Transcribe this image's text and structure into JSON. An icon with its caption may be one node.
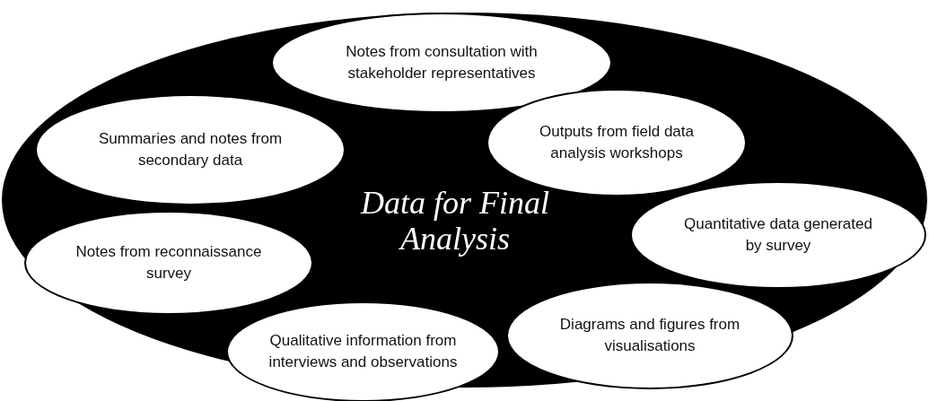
{
  "diagram": {
    "nodes": [
      {
        "text": [
          "Data for Final Analysis"
        ]
      },
      {
        "text": [
          "Notes from consultation with stakeholder representatives"
        ],
        "in": 0
      },
      {
        "text": [
          "Outputs from field data analysis workshops"
        ],
        "in": 0
      },
      {
        "text": [
          "Summaries and notes from secondary data"
        ],
        "in": 0
      },
      {
        "text": [
          "Quantitative data generated by survey"
        ],
        "in": 0
      },
      {
        "text": [
          "Notes from reconnaissance survey"
        ],
        "in": 0
      },
      {
        "text": [
          "Diagrams and figures from visualisations"
        ],
        "in": 0
      },
      {
        "text": [
          "Qualitative information from interviews and observations"
        ],
        "in": 0
      }
    ]
  }
}
